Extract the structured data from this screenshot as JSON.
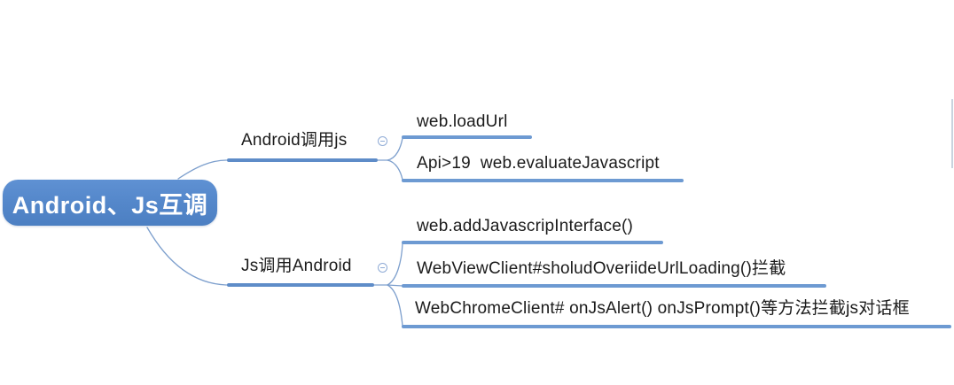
{
  "mindmap": {
    "root": {
      "label": "Android、Js互调"
    },
    "branches": [
      {
        "label": "Android调用js",
        "collapse_icon": "minus-circle",
        "children": [
          {
            "label": "web.loadUrl"
          },
          {
            "label": "Api>19  web.evaluateJavascript"
          }
        ]
      },
      {
        "label": "Js调用Android",
        "collapse_icon": "minus-circle",
        "children": [
          {
            "label": "web.addJavascripInterface()"
          },
          {
            "label": "WebViewClient#sholudOveriideUrlLoading()拦截"
          },
          {
            "label": "WebChromeClient# onJsAlert() onJsPrompt()等方法拦截js对话框"
          }
        ]
      }
    ],
    "colors": {
      "root_fill": "#5588cb",
      "root_text": "#ffffff",
      "branch_line": "#5e8cc8",
      "child_line": "#6d9ad2",
      "connector": "#7d9fcd",
      "icon_stroke": "#8fabd6",
      "text": "#1b1b1b"
    }
  }
}
